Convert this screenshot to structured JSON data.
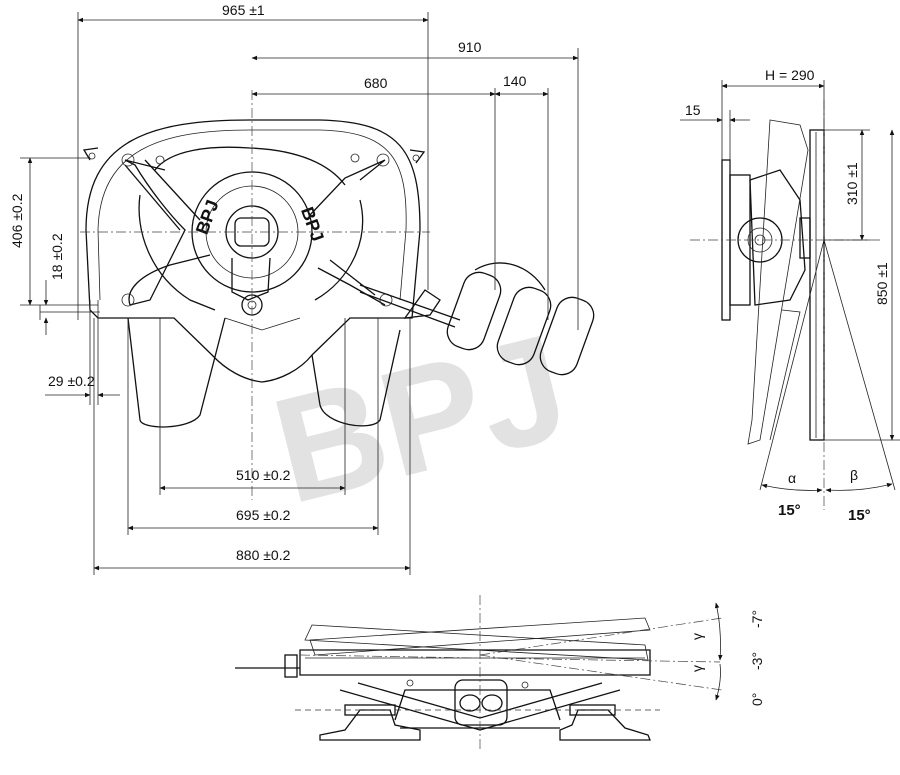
{
  "watermark": "BPJ",
  "plate_logo": "BPJ",
  "top_view": {
    "dims": {
      "overall_width": "965 ±1",
      "d910": "910",
      "d680": "680",
      "d140": "140",
      "height_406": "406 ±0.2",
      "height_18": "18 ±0.2",
      "offset_29": "29 ±0.2",
      "w510": "510 ±0.2",
      "w695": "695 ±0.2",
      "w880": "880 ±0.2"
    }
  },
  "side_view": {
    "dims": {
      "h": "H = 290",
      "d15": "15",
      "d310": "310 ±1",
      "d850": "850 ±1"
    },
    "angles": {
      "alpha": "α",
      "beta": "β",
      "alpha_deg": "15°",
      "beta_deg": "15°"
    }
  },
  "front_view": {
    "angles": {
      "gamma_top": "γ",
      "gamma_bottom": "γ",
      "tilt_minus7": "-7°",
      "tilt_minus3": "-3°",
      "tilt_zero": "0°"
    }
  }
}
